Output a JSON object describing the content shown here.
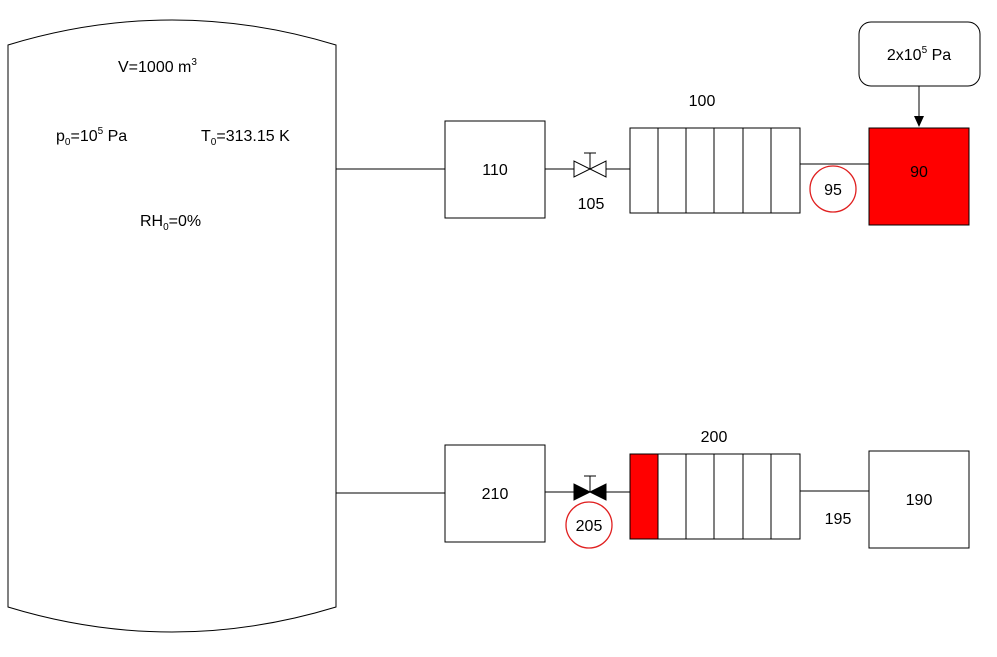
{
  "tank": {
    "volume_main": "V=1000 m",
    "volume_exp": "3",
    "pressure_p": "p",
    "pressure_sub": "0",
    "pressure_mid": "=10",
    "pressure_exp": "5",
    "pressure_unit": " Pa",
    "temp_t": "T",
    "temp_sub": "0",
    "temp_value": "=313.15 K",
    "rh_main": "RH",
    "rh_sub": "0",
    "rh_value": "=0%"
  },
  "top_line": {
    "box_110": "110",
    "valve_label": "105",
    "module_label": "100",
    "marker_95": "95",
    "source_90": "90",
    "pressure_main": "2x10",
    "pressure_exp": "5",
    "pressure_unit": " Pa"
  },
  "bottom_line": {
    "box_210": "210",
    "marker_205": "205",
    "module_label": "200",
    "pipe_label": "195",
    "box_190": "190"
  },
  "colors": {
    "highlight_fill": "#ff0000",
    "marker_ring": "#e02020",
    "line": "#000000"
  }
}
